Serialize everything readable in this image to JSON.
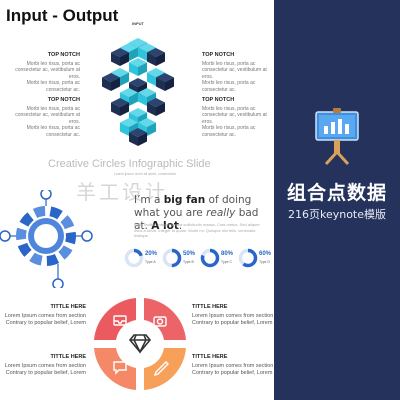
{
  "section1": {
    "title": "Input - Output",
    "center_label": "INPUT",
    "notches": [
      {
        "heading": "TOP NOTCH",
        "lines": [
          "Morbi leo risus, porta ac",
          "consectetur ac, vestibulum at eros.",
          "Morbi leo risus, porta ac",
          "consectetur ac."
        ]
      },
      {
        "heading": "TOP NOTCH",
        "lines": [
          "Morbi leo risus, porta ac",
          "consectetur ac, vestibulum at eros.",
          "Morbi leo risus, porta ac",
          "consectetur ac."
        ]
      },
      {
        "heading": "TOP NOTCH",
        "lines": [
          "Morbi leo risus, porta ac",
          "consectetur ac, vestibulum at eros.",
          "Morbi leo risus, porta ac",
          "consectetur ac."
        ]
      },
      {
        "heading": "TOP NOTCH",
        "lines": [
          "Morbi leo risus, porta ac",
          "consectetur ac, vestibulum at eros.",
          "Morbi leo risus, porta ac",
          "consectetur ac."
        ]
      }
    ],
    "colors": {
      "cyan": "#2fc4dd",
      "cyan_light": "#63d8ea",
      "navy": "#1e2f52"
    }
  },
  "section2": {
    "title": "Creative Circles Infographic Slide",
    "caption": "Lorem ipsum dolor sit amet, consectetur",
    "fan_pre": "I’m a ",
    "fan_bold": "big fan",
    "fan_mid": " of doing what you are ",
    "fan_italic": "really",
    "fan_mid2": " bad at. ",
    "fan_bold2": "A lot",
    "fan_end": ".",
    "fan_text": "Nulla facilisi. Integer lacinia sollicitudin massa. Cras metus. Sed aliquet risus a tortor. Integer id quam. Morbi mi. Quisque nisl felis, venenatis tristique.",
    "watermark": "羊工设计",
    "accent": "#2a66c7",
    "donuts": [
      {
        "pct": "20%",
        "type": "Type A",
        "value": 20
      },
      {
        "pct": "50%",
        "type": "Type B",
        "value": 50
      },
      {
        "pct": "80%",
        "type": "Type C",
        "value": 80
      },
      {
        "pct": "60%",
        "type": "Type D",
        "value": 60
      }
    ]
  },
  "section3": {
    "items": [
      {
        "heading": "TITTLE HERE",
        "lines": [
          "Lorem Ipsum comes from section",
          "Contrary to popular belief, Lorem"
        ]
      },
      {
        "heading": "TITTLE HERE",
        "lines": [
          "Lorem Ipsum comes from section",
          "Contrary to popular belief, Lorem"
        ]
      },
      {
        "heading": "TITTLE HERE",
        "lines": [
          "Lorem Ipsum comes from section",
          "Contrary to popular belief, Lorem"
        ]
      },
      {
        "heading": "TITTLE HERE",
        "lines": [
          "Lorem Ipsum comes from section",
          "Contrary to popular belief, Lorem"
        ]
      }
    ],
    "colors": {
      "red": "#ea5a5f",
      "coral": "#f58866",
      "orange": "#f7a05a"
    }
  },
  "sidebar": {
    "title": "组合点数据",
    "subtitle": "216页keynote模版",
    "bg": "#24325c"
  }
}
